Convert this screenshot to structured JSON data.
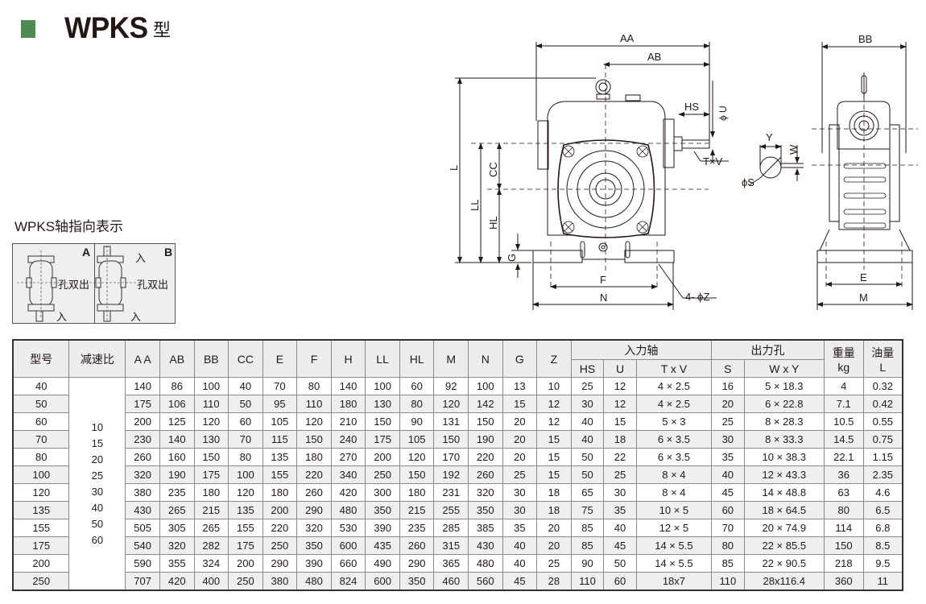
{
  "header": {
    "title": "WPKS",
    "title_suffix": "型",
    "accent_color": "#4f8a52"
  },
  "direction": {
    "title": "WPKS轴指向表示",
    "panels": [
      {
        "label": "A",
        "output_text": "孔双出",
        "input_text": "入"
      },
      {
        "label": "B",
        "output_text": "孔双出",
        "input_text_top": "入",
        "input_text_bottom": "入"
      }
    ]
  },
  "drawing": {
    "front_labels": {
      "aa": "AA",
      "ab": "AB",
      "hs": "HS",
      "u": "ϕ U",
      "txv": "T×V",
      "l": "L",
      "ll": "LL",
      "cc": "CC",
      "hl": "HL",
      "g": "G",
      "f": "F",
      "n": "N",
      "z": "4- ϕZ"
    },
    "keyway_labels": {
      "y": "Y",
      "w": "W",
      "s": "ϕS"
    },
    "side_labels": {
      "bb": "BB",
      "e": "E",
      "m": "M"
    }
  },
  "table": {
    "headers": {
      "model": "型号",
      "ratio": "减速比",
      "cols": [
        "A A",
        "AB",
        "BB",
        "CC",
        "E",
        "F",
        "H",
        "LL",
        "HL",
        "M",
        "N",
        "G",
        "Z"
      ],
      "input_group": "入力轴",
      "input_cols": [
        "HS",
        "U",
        "T x V"
      ],
      "output_group": "出力孔",
      "output_cols": [
        "S",
        "W x Y"
      ],
      "weight": "重量",
      "weight_unit": "kg",
      "oil": "油量",
      "oil_unit": "L"
    },
    "ratios": [
      "10",
      "15",
      "20",
      "25",
      "30",
      "40",
      "50",
      "60"
    ],
    "rows": [
      {
        "model": "40",
        "vals": [
          "140",
          "86",
          "100",
          "40",
          "70",
          "80",
          "140",
          "100",
          "60",
          "92",
          "100",
          "13",
          "10",
          "25",
          "12",
          "4 × 2.5",
          "16",
          "5 × 18.3",
          "4",
          "0.32"
        ]
      },
      {
        "model": "50",
        "vals": [
          "175",
          "106",
          "110",
          "50",
          "95",
          "110",
          "180",
          "130",
          "80",
          "120",
          "142",
          "15",
          "12",
          "30",
          "12",
          "4 × 2.5",
          "20",
          "6 × 22.8",
          "7.1",
          "0.42"
        ]
      },
      {
        "model": "60",
        "vals": [
          "200",
          "125",
          "120",
          "60",
          "105",
          "120",
          "210",
          "150",
          "90",
          "131",
          "150",
          "20",
          "12",
          "40",
          "15",
          "5 × 3",
          "25",
          "8 × 28.3",
          "10.5",
          "0.55"
        ]
      },
      {
        "model": "70",
        "vals": [
          "230",
          "140",
          "130",
          "70",
          "115",
          "150",
          "240",
          "175",
          "105",
          "150",
          "190",
          "20",
          "15",
          "40",
          "18",
          "6 × 3.5",
          "30",
          "8 × 33.3",
          "14.5",
          "0.75"
        ]
      },
      {
        "model": "80",
        "vals": [
          "260",
          "160",
          "150",
          "80",
          "135",
          "180",
          "270",
          "200",
          "120",
          "170",
          "220",
          "20",
          "15",
          "50",
          "22",
          "6 × 3.5",
          "35",
          "10 × 38.3",
          "22.1",
          "1.15"
        ]
      },
      {
        "model": "100",
        "vals": [
          "320",
          "190",
          "175",
          "100",
          "155",
          "220",
          "340",
          "250",
          "150",
          "192",
          "260",
          "25",
          "15",
          "50",
          "25",
          "8 × 4",
          "40",
          "12 × 43.3",
          "36",
          "2.35"
        ]
      },
      {
        "model": "120",
        "vals": [
          "380",
          "235",
          "180",
          "120",
          "180",
          "260",
          "420",
          "300",
          "180",
          "231",
          "320",
          "30",
          "18",
          "65",
          "30",
          "8 × 4",
          "45",
          "14 × 48.8",
          "63",
          "4.6"
        ]
      },
      {
        "model": "135",
        "vals": [
          "430",
          "265",
          "215",
          "135",
          "200",
          "290",
          "480",
          "350",
          "215",
          "255",
          "350",
          "30",
          "18",
          "75",
          "35",
          "10 × 5",
          "60",
          "18 × 64.5",
          "80",
          "6.5"
        ]
      },
      {
        "model": "155",
        "vals": [
          "505",
          "305",
          "265",
          "155",
          "220",
          "320",
          "530",
          "390",
          "235",
          "285",
          "385",
          "35",
          "20",
          "85",
          "40",
          "12 × 5",
          "70",
          "20 × 74.9",
          "114",
          "6.8"
        ]
      },
      {
        "model": "175",
        "vals": [
          "540",
          "320",
          "282",
          "175",
          "250",
          "350",
          "600",
          "435",
          "260",
          "315",
          "430",
          "40",
          "20",
          "85",
          "45",
          "14 × 5.5",
          "80",
          "22 × 85.5",
          "150",
          "8.5"
        ]
      },
      {
        "model": "200",
        "vals": [
          "590",
          "355",
          "324",
          "200",
          "290",
          "390",
          "660",
          "490",
          "290",
          "365",
          "480",
          "40",
          "25",
          "90",
          "50",
          "14 × 5.5",
          "85",
          "22 × 90.5",
          "218",
          "9.5"
        ]
      },
      {
        "model": "250",
        "vals": [
          "707",
          "420",
          "400",
          "250",
          "380",
          "480",
          "824",
          "600",
          "350",
          "460",
          "560",
          "45",
          "28",
          "110",
          "60",
          "18x7",
          "110",
          "28x116.4",
          "360",
          "11"
        ]
      }
    ]
  }
}
